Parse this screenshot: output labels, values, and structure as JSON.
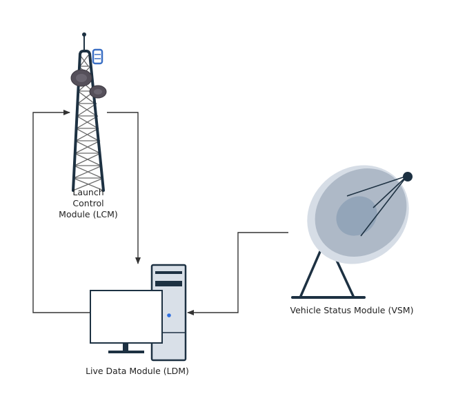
{
  "nodes": {
    "lcm": {
      "line1": "Launch",
      "line2": "Control",
      "line3": "Module (LCM)"
    },
    "ldm": {
      "label": "Live Data Module (LDM)"
    },
    "vsm": {
      "label": "Vehicle Status Module (VSM)"
    }
  },
  "colors": {
    "connector": "#333333",
    "tower_frame": "#1d3142",
    "tower_lattice": "#6a6a6a",
    "tower_accent": "#3a6fc4",
    "dish": "#aeb9c7",
    "dish_rim": "#d6dde6",
    "computer_case": "#d9e0e8",
    "computer_frame": "#1d3142"
  }
}
